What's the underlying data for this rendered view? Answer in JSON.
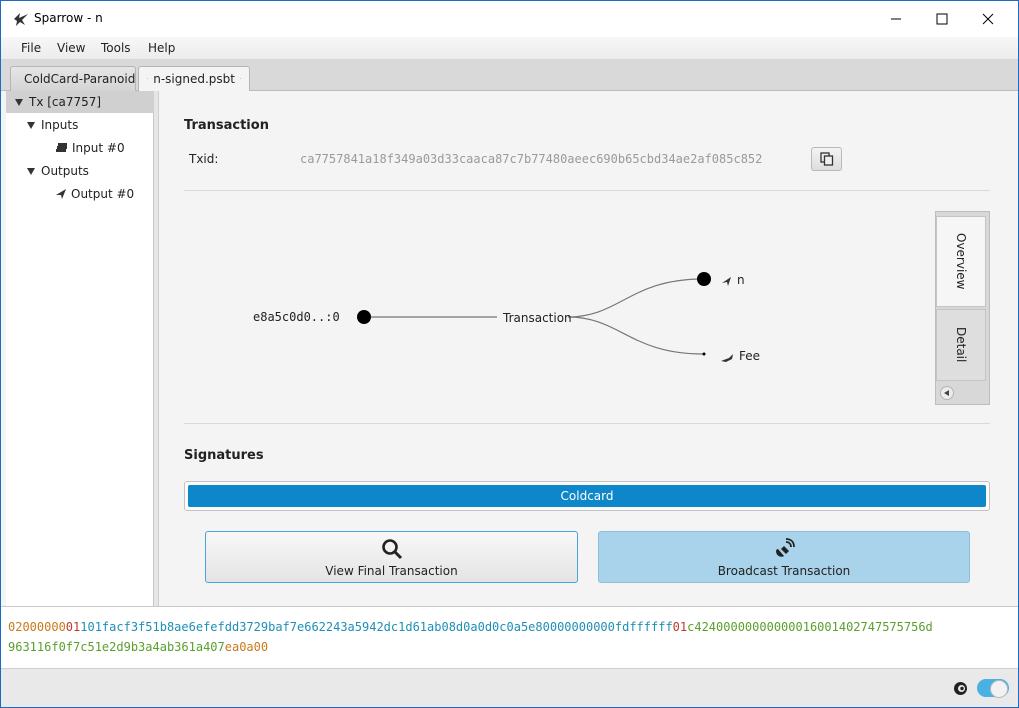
{
  "window": {
    "title": "Sparrow - n"
  },
  "menu": [
    "File",
    "View",
    "Tools",
    "Help"
  ],
  "tabs": [
    {
      "label": "ColdCard-Paranoid",
      "icon": "wallet-icon"
    },
    {
      "label": "n-signed.psbt",
      "icon": "send-icon",
      "closable": true
    }
  ],
  "tree": {
    "root": "Tx [ca7757]",
    "inputs_label": "Inputs",
    "input_item": "Input #0",
    "outputs_label": "Outputs",
    "output_item": "Output #0"
  },
  "transaction": {
    "heading": "Transaction",
    "txid_label": "Txid:",
    "txid": "ca7757841a18f349a03d33caaca87c7b77480aeec690b65cbd34ae2af085c852"
  },
  "diagram": {
    "input": "e8a5c0d0..:0",
    "center": "Transaction",
    "output": "n",
    "fee": "Fee"
  },
  "side_tabs": [
    "Overview",
    "Detail"
  ],
  "signatures": {
    "heading": "Signatures",
    "signer": "Coldcard",
    "progress": 1.0
  },
  "buttons": {
    "view_final": "View Final Transaction",
    "broadcast": "Broadcast Transaction"
  },
  "hex": {
    "segments": [
      {
        "text": "02000000",
        "color": "#c97a1d"
      },
      {
        "text": "01",
        "color": "#c0392b"
      },
      {
        "text": "101facf3f51b8ae6efefdd3729baf7e662243a5942dc1d61ab08d0a0d0c0a5e8",
        "color": "#1f8fb5"
      },
      {
        "text": "00000000",
        "color": "#1f8fb5"
      },
      {
        "text": "00",
        "color": "#1f8fb5"
      },
      {
        "text": "fdffffff",
        "color": "#1f8fb5"
      },
      {
        "text": "01",
        "color": "#c0392b"
      },
      {
        "text": "c424000000000000",
        "color": "#5aa02c"
      },
      {
        "text": "16001402747575756d",
        "color": "#5aa02c"
      },
      {
        "text": "963116f0f7c51e2d9b3a4ab361a407",
        "color": "#5aa02c"
      },
      {
        "text": "ea0a00",
        "color": "#c97a1d"
      }
    ]
  },
  "colors": {
    "accent": "#0d87c9",
    "window_border": "#1b6bc4"
  }
}
